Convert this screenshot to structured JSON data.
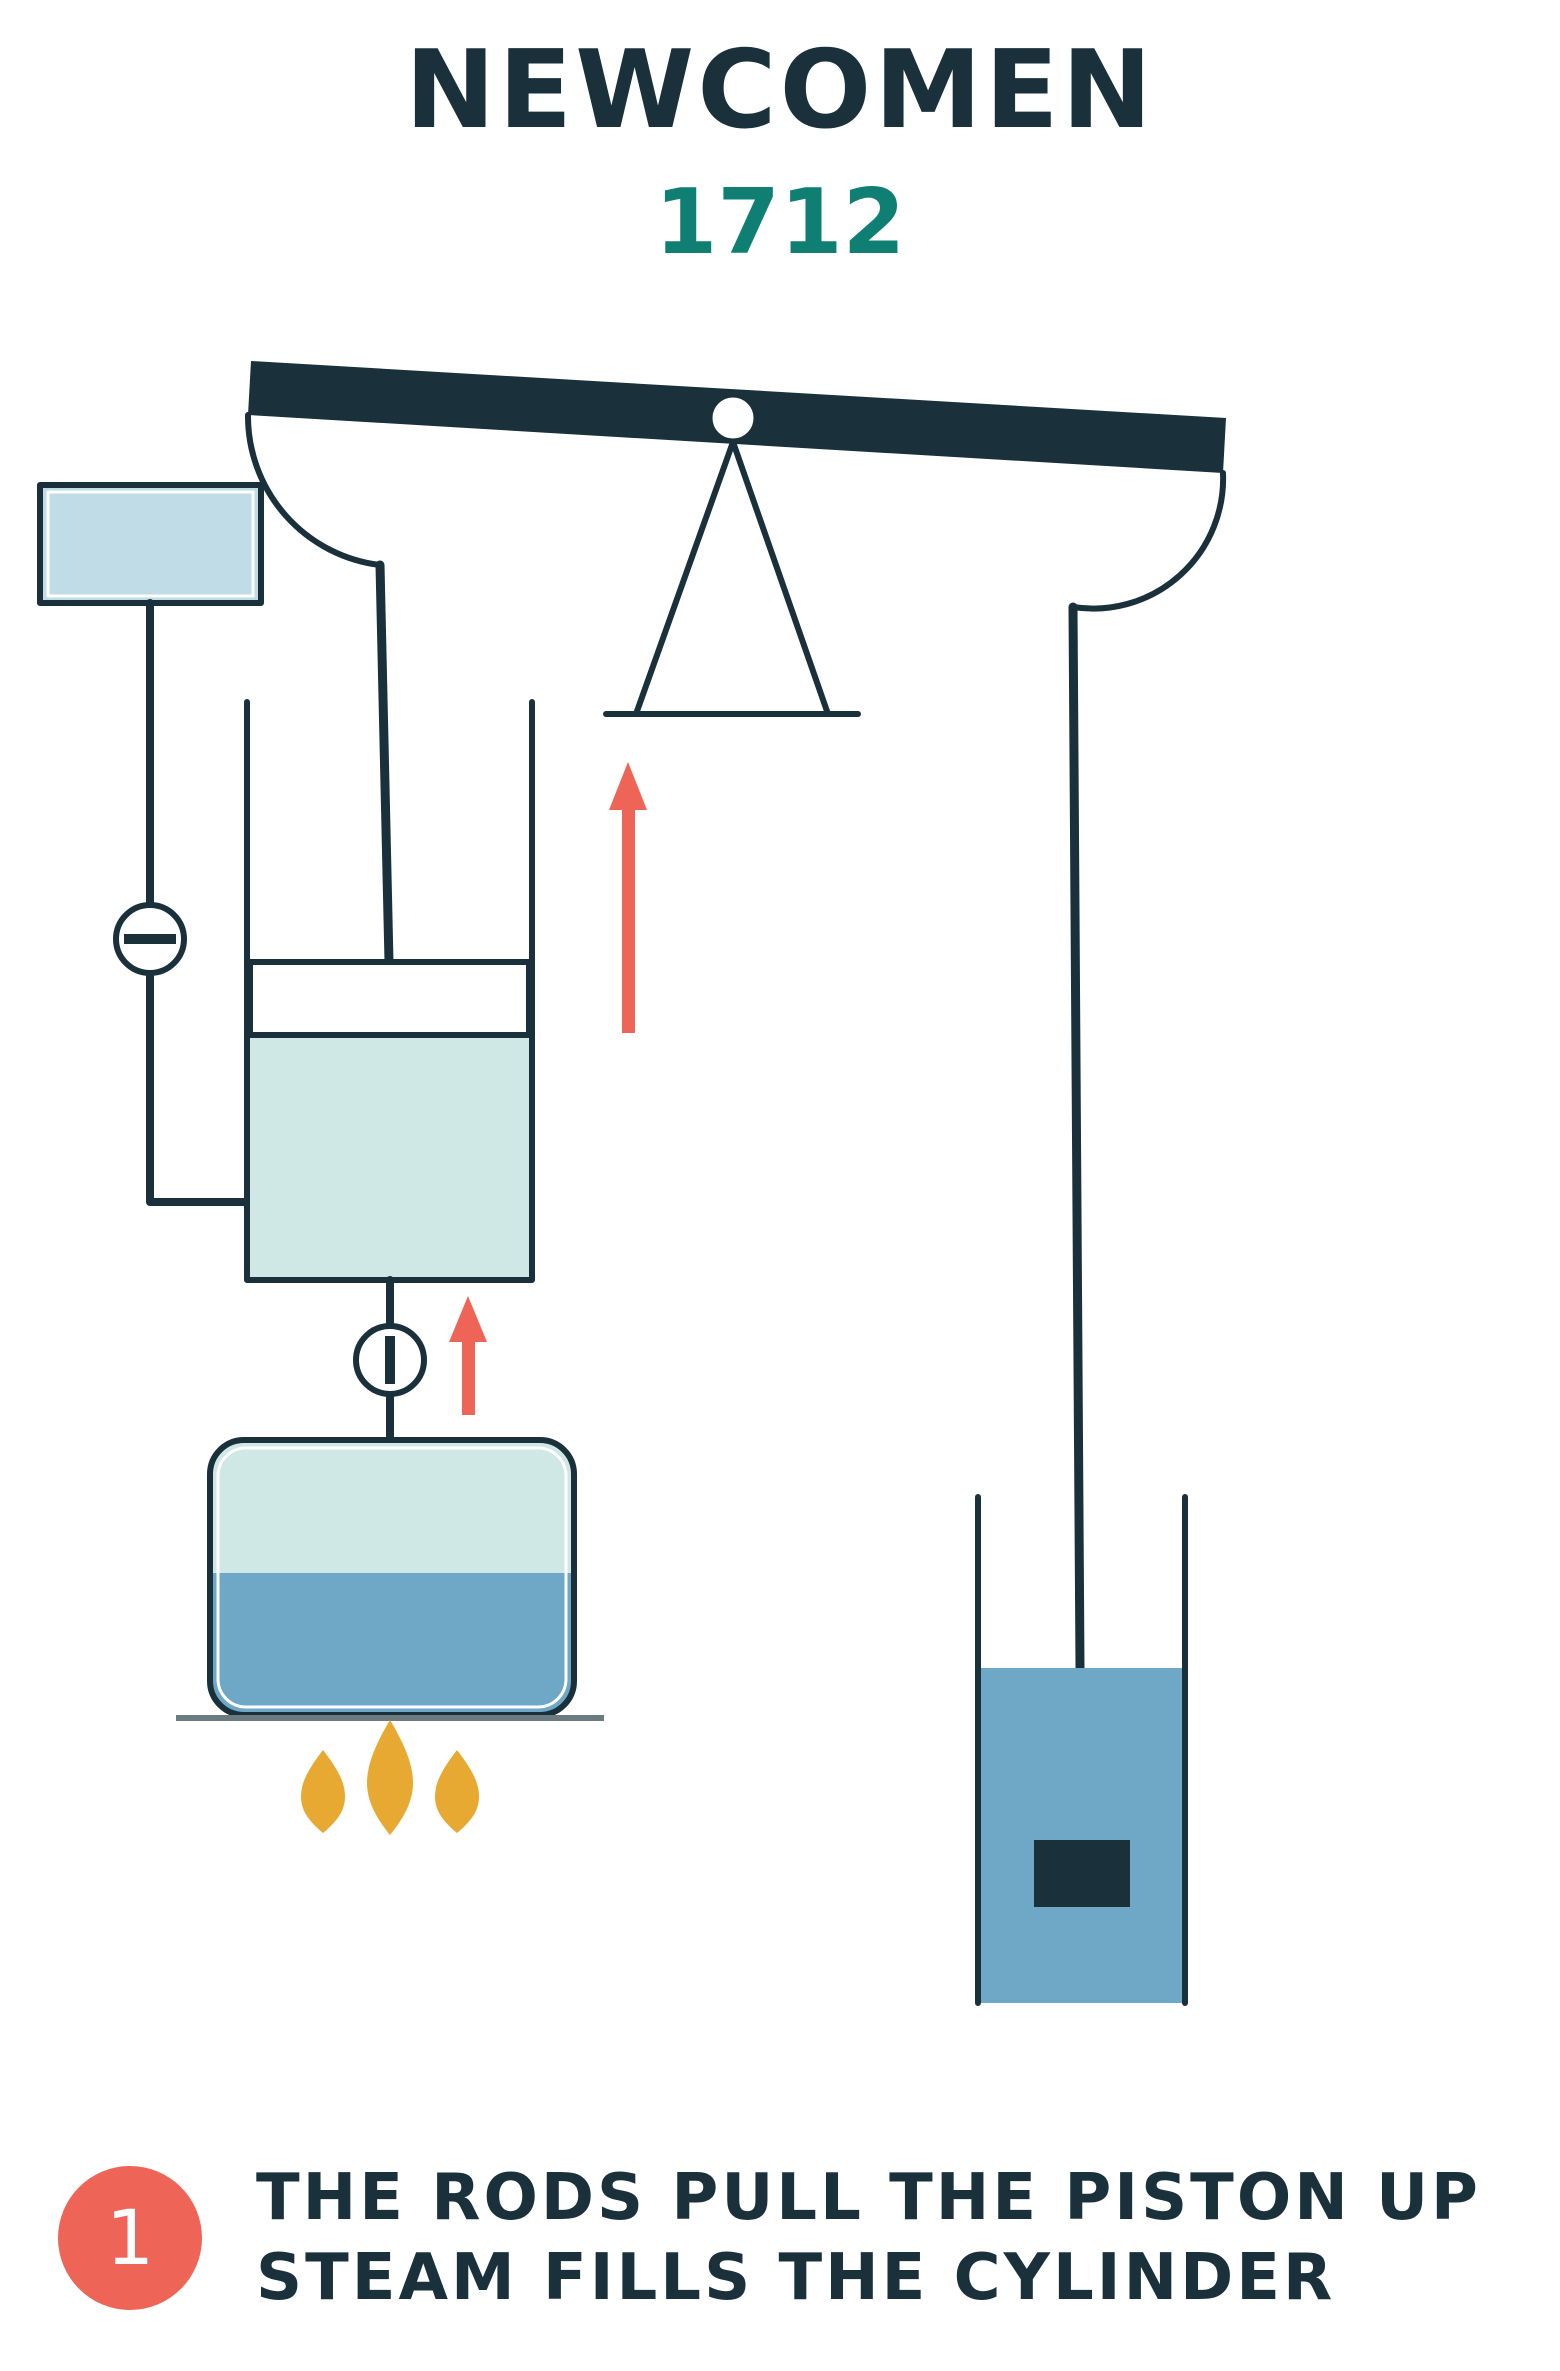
{
  "title": "NEWCOMEN",
  "year": "1712",
  "step": {
    "number": "1",
    "lines": [
      "THE RODS PULL THE PISTON UP",
      "STEAM FILLS THE CYLINDER"
    ]
  },
  "colors": {
    "dark": "#1a313c",
    "teal": "#0f7f74",
    "arrow": "#ee6457",
    "steam": "#cfe7e5",
    "water": "#6fa7c6",
    "tank": "#c0dce6",
    "flame": "#e8a932",
    "base": "#6b7b80"
  },
  "icons": {
    "valve_closed": "valve-closed-icon",
    "valve_open": "valve-open-icon",
    "flame": "flame-icon",
    "arrow_up": "arrow-up-icon"
  }
}
